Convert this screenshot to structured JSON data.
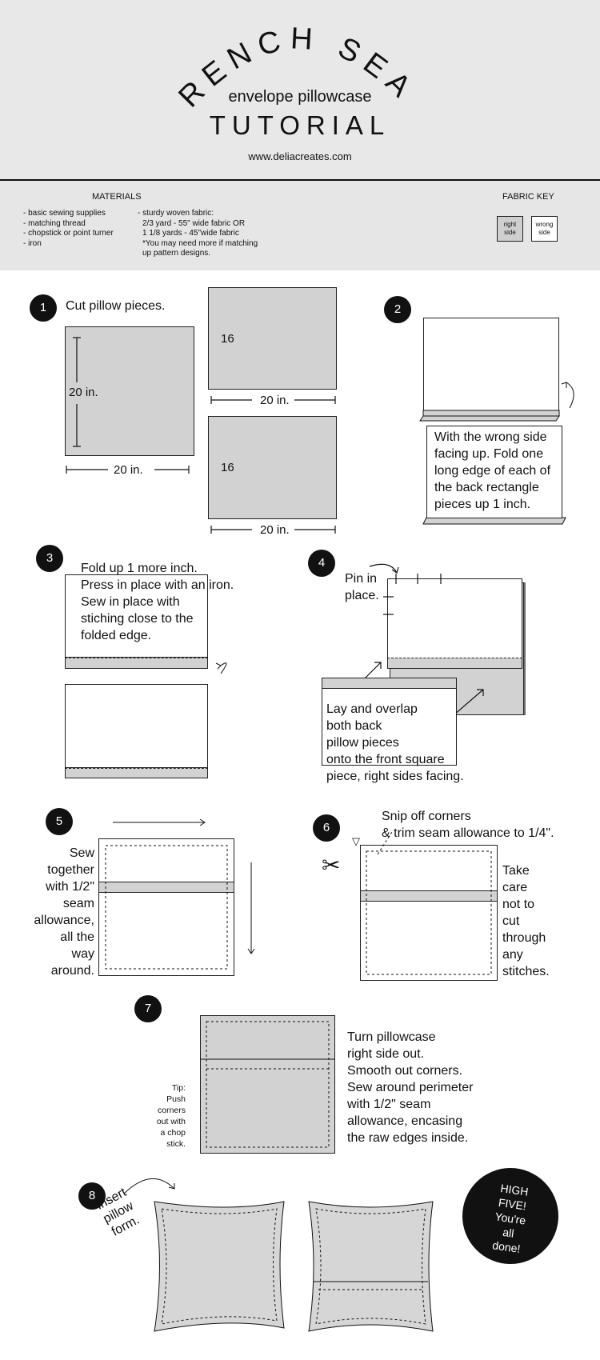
{
  "header": {
    "title_arc": "FRENCH SEAM",
    "subtitle": "envelope pillowcase",
    "title_main": "TUTORIAL",
    "website": "www.deliacreates.com"
  },
  "materials": {
    "heading": "MATERIALS",
    "col1": [
      "- basic sewing supplies",
      "- matching thread",
      "- chopstick or point turner",
      "- iron"
    ],
    "col2": [
      "- sturdy woven fabric:",
      "2/3 yard - 55\" wide fabric OR",
      "1 1/8 yards - 45\"wide fabric",
      "*You may need more if matching",
      "up pattern designs."
    ]
  },
  "fabric_key": {
    "heading": "FABRIC KEY",
    "right_side": [
      "right",
      "side"
    ],
    "wrong_side": [
      "wrong",
      "side"
    ],
    "right_color": "#cfcfcf",
    "wrong_color": "#ffffff"
  },
  "step1": {
    "number": "1",
    "text": "Cut pillow pieces.",
    "big_height": "20 in.",
    "big_width": "20 in.",
    "small1_height": "16",
    "small1_width": "20 in.",
    "small2_height": "16",
    "small2_width": "20 in."
  },
  "step2": {
    "number": "2",
    "lines": [
      "With the wrong side",
      "facing up. Fold one",
      "long edge of each of",
      "the back rectangle",
      "pieces up 1 inch."
    ]
  },
  "step3": {
    "number": "3",
    "lines": [
      "Fold up 1 more inch.",
      "Press in place with an iron.",
      "Sew in place with",
      "stiching close to the",
      "folded edge."
    ]
  },
  "step4": {
    "number": "4",
    "pin_lines": [
      "Pin in",
      "place."
    ],
    "lines": [
      "Lay and overlap",
      "both back",
      "pillow pieces",
      "onto the front square",
      "piece, right sides facing."
    ]
  },
  "step5": {
    "number": "5",
    "lines": [
      "Sew",
      "together",
      "with 1/2\"",
      "seam",
      "allowance,",
      "all the",
      "way",
      "around."
    ]
  },
  "step6": {
    "number": "6",
    "top_lines": [
      "Snip off corners",
      "& trim seam allowance to 1/4\"."
    ],
    "side_lines": [
      "Take",
      "care",
      "not to",
      "cut",
      "through",
      "any",
      "stitches."
    ]
  },
  "step7": {
    "number": "7",
    "tip_lines": [
      "Tip:",
      "Push",
      "corners",
      "out with",
      "a chop",
      "stick."
    ],
    "lines": [
      "Turn pillowcase",
      "right side out.",
      "Smooth out corners.",
      "Sew around perimeter",
      "with 1/2\" seam",
      "allowance, encasing",
      "the raw edges inside."
    ]
  },
  "step8": {
    "number": "8",
    "insert_lines": [
      "Insert",
      "pillow",
      "form."
    ],
    "badge_lines": [
      "HIGH",
      "FIVE!",
      "You're",
      "all",
      "done!"
    ]
  }
}
